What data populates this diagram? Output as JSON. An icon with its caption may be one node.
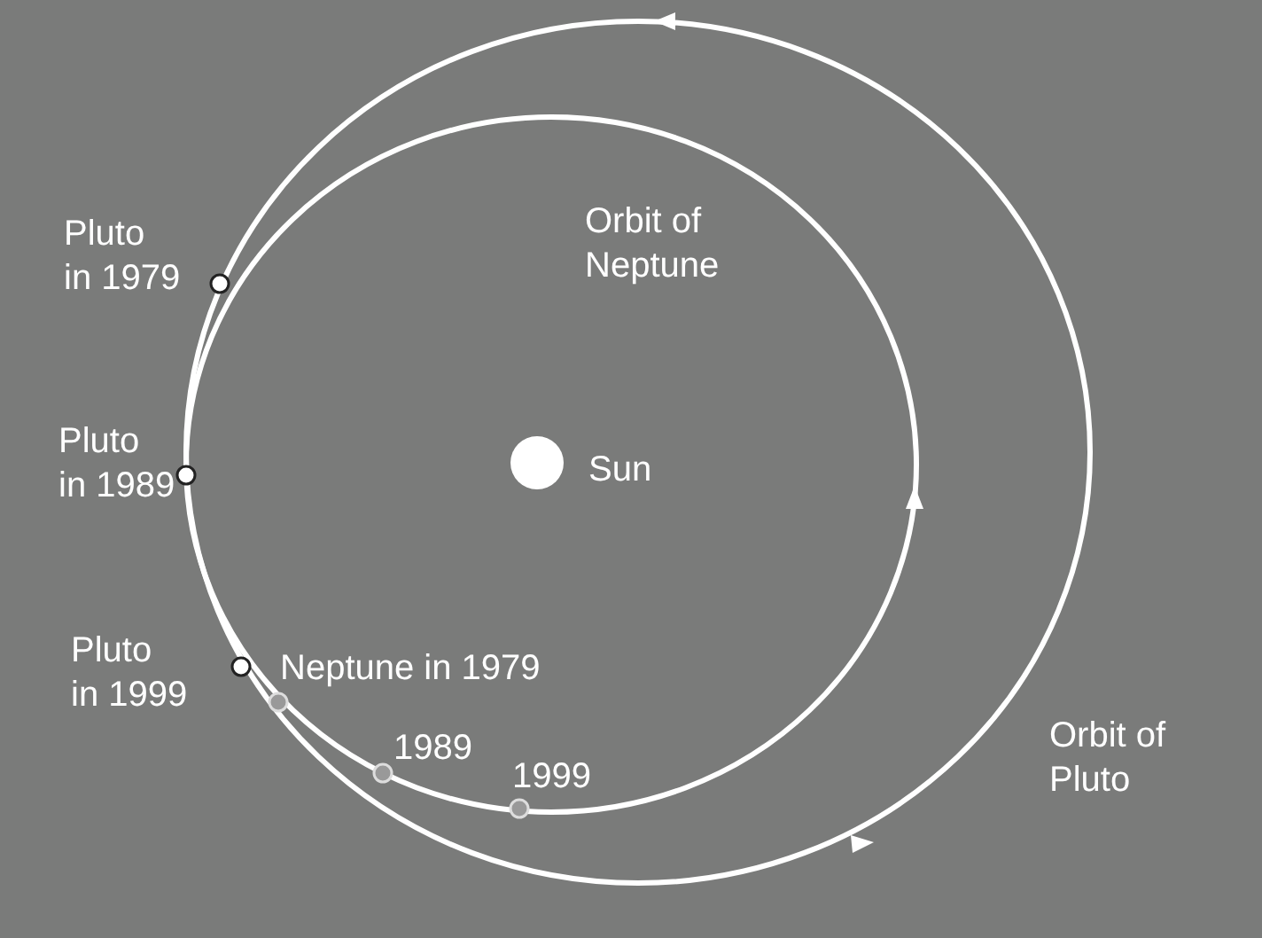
{
  "diagram": {
    "labels": [
      "Pluto in 1979",
      "Orbit of Neptune",
      "Sun",
      "Pluto in 1989",
      "Pluto in 1999",
      "Neptune in 1979",
      "1989",
      "1999",
      "Orbit of Pluto"
    ]
  }
}
